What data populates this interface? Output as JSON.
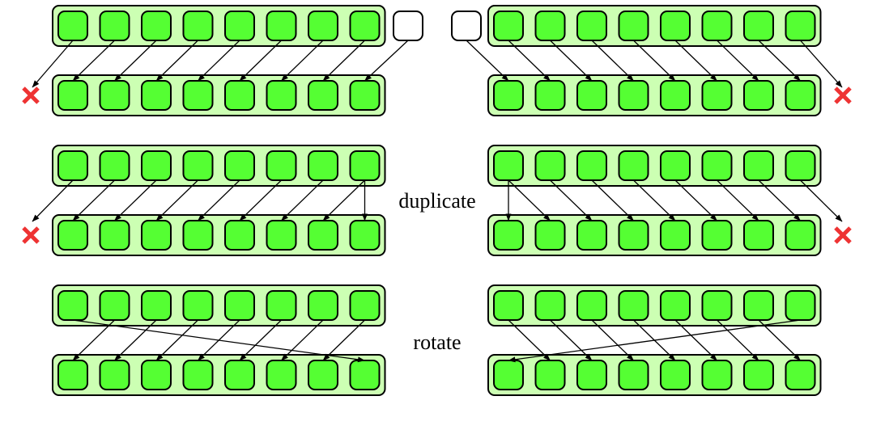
{
  "labels": {
    "duplicate": "duplicate",
    "rotate": "rotate"
  },
  "colors": {
    "lane_fill": "#55ff33",
    "lane_stroke": "#000000",
    "register_fill": "#ccffb3",
    "empty_fill": "#ffffff",
    "arrow": "#000000",
    "discard_mark": "#ee3333"
  },
  "icons": {
    "discard": "close-icon"
  },
  "panels": [
    {
      "id": "shift-left",
      "lanes": 8,
      "operation": "shift left with empty lane",
      "side": "left"
    },
    {
      "id": "shift-right",
      "lanes": 8,
      "operation": "shift right with empty lane",
      "side": "right"
    },
    {
      "id": "duplicate-left",
      "lanes": 8,
      "operation": "shift left, duplicate last",
      "side": "left"
    },
    {
      "id": "duplicate-right",
      "lanes": 8,
      "operation": "shift right, duplicate first",
      "side": "right"
    },
    {
      "id": "rotate-left",
      "lanes": 8,
      "operation": "rotate left",
      "side": "left"
    },
    {
      "id": "rotate-right",
      "lanes": 8,
      "operation": "rotate right",
      "side": "right"
    }
  ]
}
